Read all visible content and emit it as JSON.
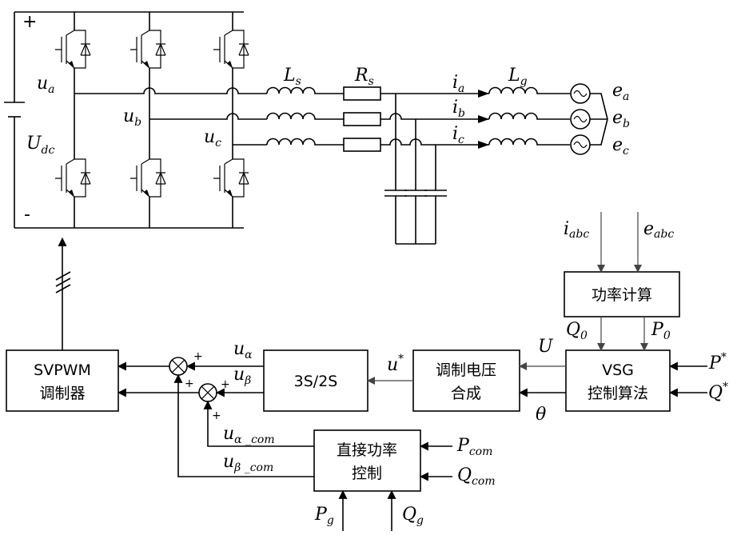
{
  "dc": {
    "plus": "+",
    "minus": "-",
    "u": "U",
    "sub": "dc"
  },
  "phase_voltages": [
    {
      "sym": "u",
      "sub": "a"
    },
    {
      "sym": "u",
      "sub": "b"
    },
    {
      "sym": "u",
      "sub": "c"
    }
  ],
  "line_elements": {
    "Ls": {
      "sym": "L",
      "sub": "s"
    },
    "Rs": {
      "sym": "R",
      "sub": "s"
    },
    "Lg": {
      "sym": "L",
      "sub": "g"
    }
  },
  "currents": [
    {
      "sym": "i",
      "sub": "a"
    },
    {
      "sym": "i",
      "sub": "b"
    },
    {
      "sym": "i",
      "sub": "c"
    }
  ],
  "grid_voltages": [
    {
      "sym": "e",
      "sub": "a"
    },
    {
      "sym": "e",
      "sub": "b"
    },
    {
      "sym": "e",
      "sub": "c"
    }
  ],
  "inputs": {
    "iabc": {
      "sym": "i",
      "sub": "abc"
    },
    "eabc": {
      "sym": "e",
      "sub": "abc"
    },
    "q0": {
      "sym": "Q",
      "sub": "0"
    },
    "p0": {
      "sym": "P",
      "sub": "0"
    },
    "p_star": {
      "sym": "P",
      "sup": "*"
    },
    "q_star": {
      "sym": "Q",
      "sup": "*"
    },
    "p_com": {
      "sym": "P",
      "sub": "com"
    },
    "q_com": {
      "sym": "Q",
      "sub": "com"
    },
    "p_g": {
      "sym": "P",
      "sub": "g"
    },
    "q_g": {
      "sym": "Q",
      "sub": "g"
    }
  },
  "signals": {
    "U": "U",
    "theta": "θ",
    "u_star": {
      "sym": "u",
      "sup": "*"
    },
    "u_alpha": {
      "sym": "u",
      "sub": "α"
    },
    "u_beta": {
      "sym": "u",
      "sub": "β"
    },
    "u_alpha_com": {
      "sym": "u",
      "sub": "α _com"
    },
    "u_beta_com": {
      "sym": "u",
      "sub": "β _com"
    }
  },
  "sum_signs": {
    "plus": "+"
  },
  "blocks": {
    "power_calc": "功率计算",
    "vsg_line1": "VSG",
    "vsg_line2": "控制算法",
    "mod_line1": "调制电压",
    "mod_line2": "合成",
    "transform": "3S/2S",
    "svpwm_line1": "SVPWM",
    "svpwm_line2": "调制器",
    "direct_line1": "直接功率",
    "direct_line2": "控制"
  }
}
